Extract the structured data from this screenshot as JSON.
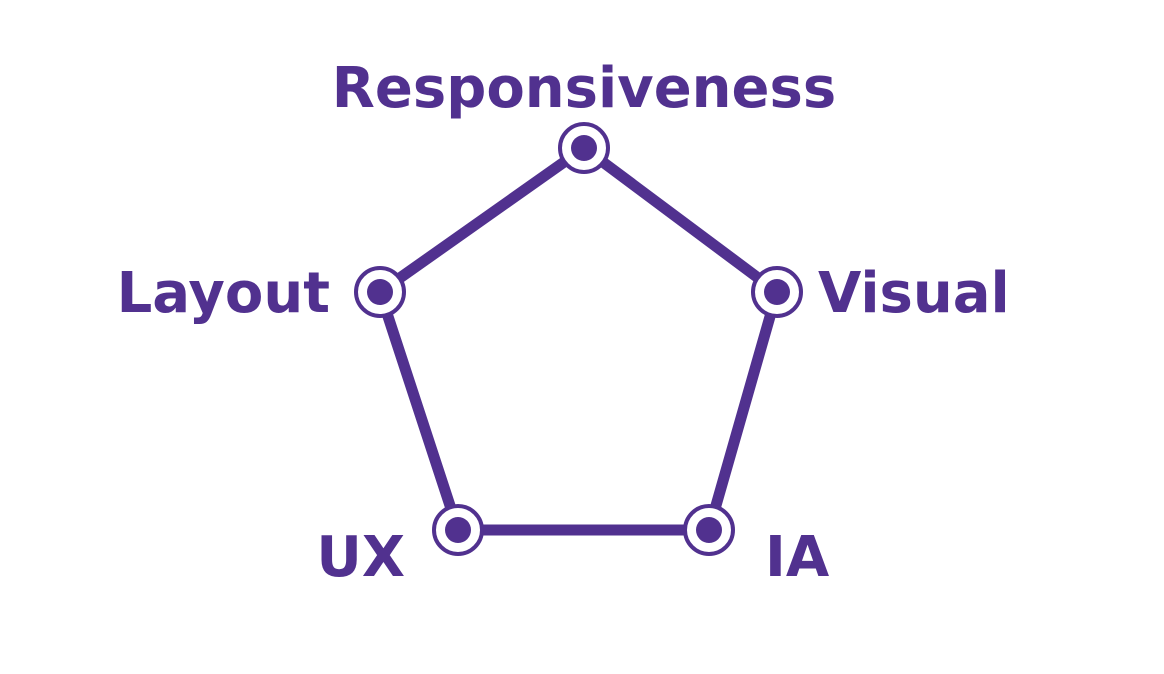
{
  "diagram": {
    "color": "#51318f",
    "background": "#ffffff",
    "nodes": [
      {
        "id": "responsiveness",
        "label": "Responsiveness"
      },
      {
        "id": "visual",
        "label": "Visual"
      },
      {
        "id": "ia",
        "label": "IA"
      },
      {
        "id": "ux",
        "label": "UX"
      },
      {
        "id": "layout",
        "label": "Layout"
      }
    ],
    "edges": [
      [
        "responsiveness",
        "visual"
      ],
      [
        "visual",
        "ia"
      ],
      [
        "ia",
        "ux"
      ],
      [
        "ux",
        "layout"
      ],
      [
        "layout",
        "responsiveness"
      ]
    ]
  }
}
